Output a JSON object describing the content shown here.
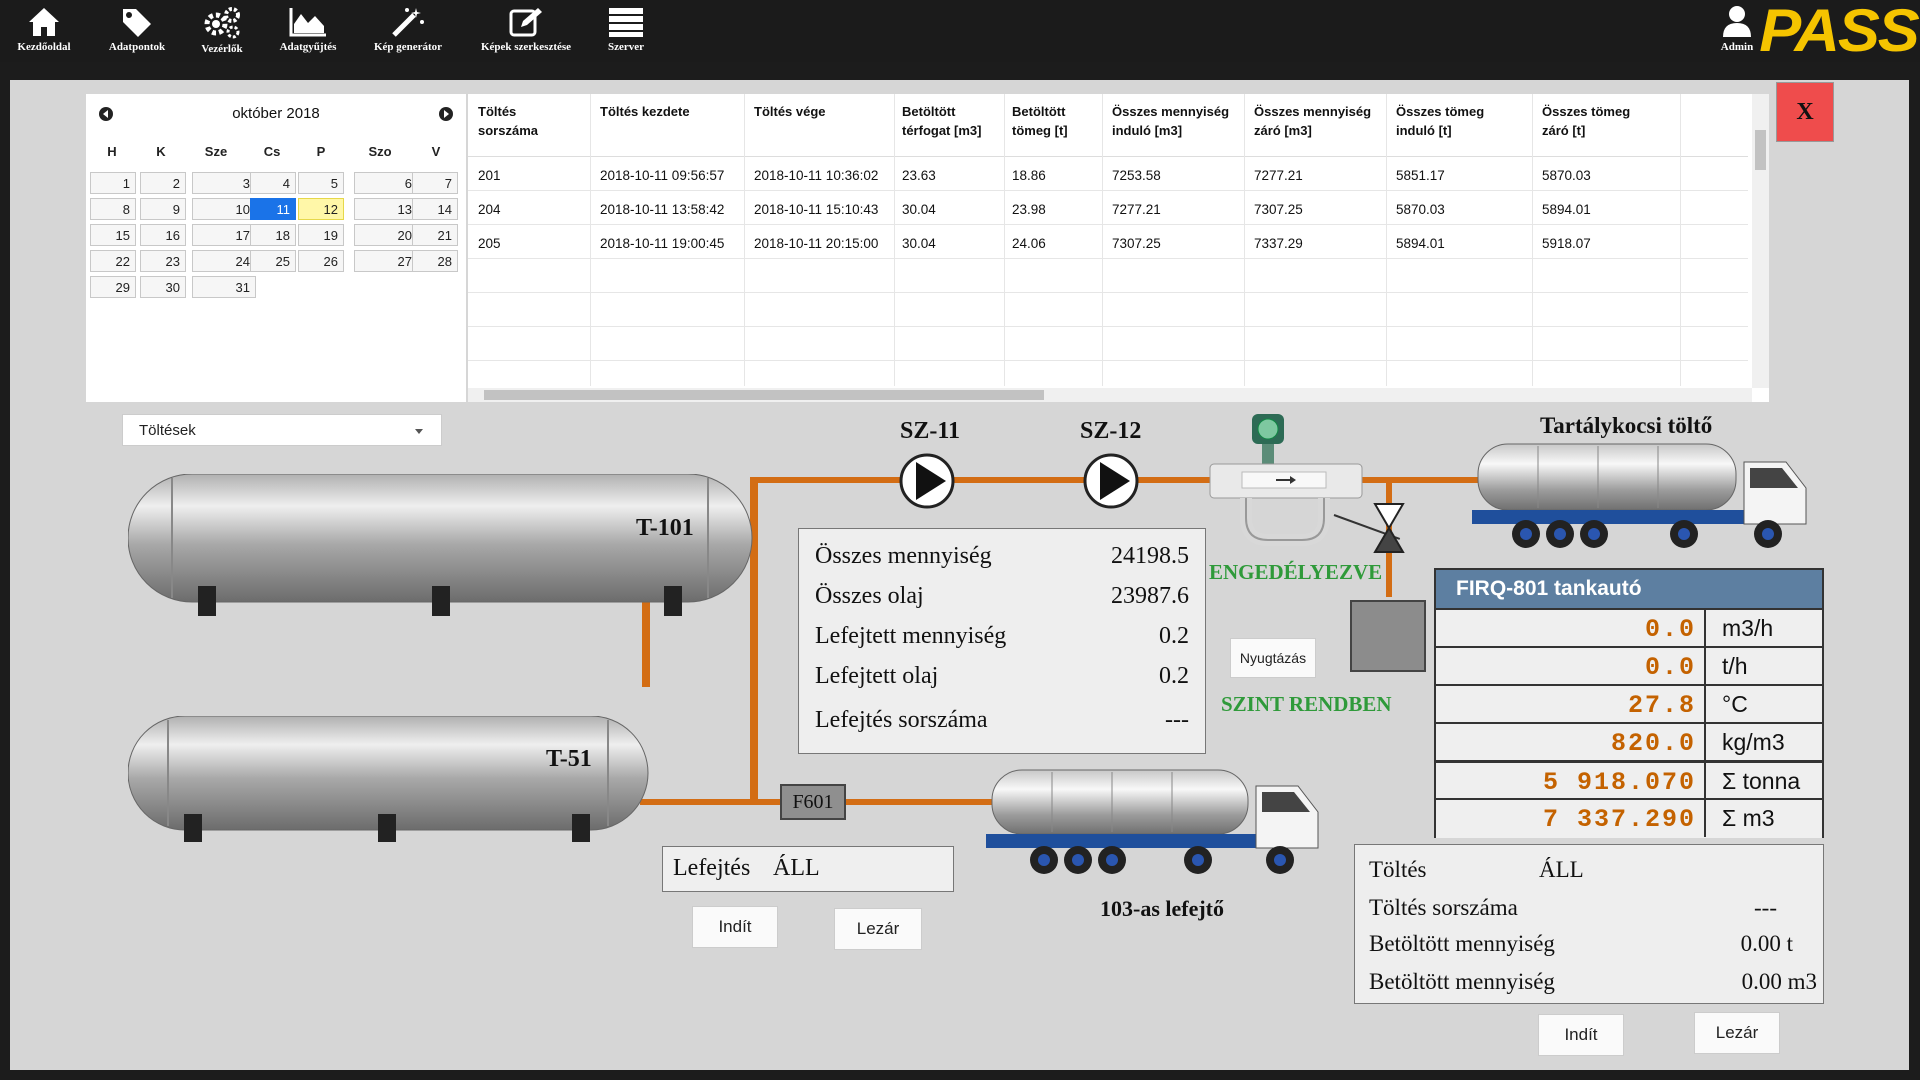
{
  "nav": {
    "items": [
      {
        "label": "Kezdőoldal",
        "icon": "home-icon"
      },
      {
        "label": "Adatpontok",
        "icon": "tag-icon"
      },
      {
        "label": "Vezérlők",
        "icon": "gears-icon"
      },
      {
        "label": "Adatgyűjtés",
        "icon": "area-chart-icon"
      },
      {
        "label": "Kép generátor",
        "icon": "magic-wand-icon"
      },
      {
        "label": "Képek szerkesztése",
        "icon": "edit-icon"
      },
      {
        "label": "Szerver",
        "icon": "server-icon"
      }
    ],
    "user_label": "Admin",
    "logo": "PASS"
  },
  "calendar": {
    "month_label": "október 2018",
    "weekdays": [
      "H",
      "K",
      "Sze",
      "Cs",
      "P",
      "Szo",
      "V"
    ],
    "selected_day": 11,
    "highlight_day": 12
  },
  "table": {
    "headers": [
      [
        "Töltés",
        "sorszáma"
      ],
      [
        "Töltés kezdete",
        ""
      ],
      [
        "Töltés vége",
        ""
      ],
      [
        "Betöltött",
        "térfogat [m3]"
      ],
      [
        "Betöltött",
        "tömeg [t]"
      ],
      [
        "Összes mennyiség",
        "induló [m3]"
      ],
      [
        "Összes mennyiség",
        "záró [m3]"
      ],
      [
        "Összes tömeg",
        "induló [t]"
      ],
      [
        "Összes tömeg",
        "záró [t]"
      ]
    ],
    "rows": [
      [
        "201",
        "2018-10-11 09:56:57",
        "2018-10-11 10:36:02",
        "23.63",
        "18.86",
        "7253.58",
        "7277.21",
        "5851.17",
        "5870.03"
      ],
      [
        "204",
        "2018-10-11 13:58:42",
        "2018-10-11 15:10:43",
        "30.04",
        "23.98",
        "7277.21",
        "7307.25",
        "5870.03",
        "5894.01"
      ],
      [
        "205",
        "2018-10-11 19:00:45",
        "2018-10-11 20:15:00",
        "30.04",
        "24.06",
        "7307.25",
        "7337.29",
        "5894.01",
        "5918.07"
      ]
    ]
  },
  "close_label": "X",
  "dropdown": {
    "value": "Töltések"
  },
  "tanks": {
    "t101": "T-101",
    "t51": "T-51"
  },
  "pumps": {
    "sz11": "SZ-11",
    "sz12": "SZ-12"
  },
  "truck_loader_label": "Tartálykocsi töltő",
  "unloader_label": "103-as lefejtő",
  "summary": {
    "rows": [
      {
        "label": "Összes mennyiség",
        "value": "24198.5"
      },
      {
        "label": "Összes olaj",
        "value": "23987.6"
      },
      {
        "label": "Lefejtett mennyiség",
        "value": "0.2"
      },
      {
        "label": "Lefejtett olaj",
        "value": "0.2"
      },
      {
        "label": "Lefejtés sorszáma",
        "value": "---"
      }
    ]
  },
  "status": {
    "engedelyezve": "ENGEDÉLYEZVE",
    "szint": "SZINT RENDBEN",
    "ack_label": "Nyugtázás"
  },
  "f601": "F601",
  "lefejtes": {
    "label": "Lefejtés",
    "state": "ÁLL",
    "start": "Indít",
    "lock": "Lezár"
  },
  "firq": {
    "title": "FIRQ-801 tankautó",
    "rows": [
      {
        "value": "0.0",
        "unit": "m3/h"
      },
      {
        "value": "0.0",
        "unit": "t/h"
      },
      {
        "value": "27.8",
        "unit": "°C"
      },
      {
        "value": "820.0",
        "unit": "kg/m3"
      },
      {
        "value": "5 918.070",
        "unit": "Σ tonna"
      },
      {
        "value": "7 337.290",
        "unit": "Σ m3"
      }
    ]
  },
  "toltes": {
    "rows": [
      {
        "label": "Töltés",
        "value": "ÁLL"
      },
      {
        "label": "Töltés sorszáma",
        "value": "---"
      },
      {
        "label": "Betöltött mennyiség",
        "value": "0.00 t"
      },
      {
        "label": "Betöltött mennyiség",
        "value": "0.00 m3"
      }
    ],
    "start": "Indít",
    "lock": "Lezár"
  },
  "colors": {
    "pipe": "#d36d14",
    "status_green": "#2f9a3a",
    "firq_header": "#5d7fa1",
    "counter": "#c46200",
    "logo": "#f5c400",
    "close": "#ef4c4c"
  }
}
